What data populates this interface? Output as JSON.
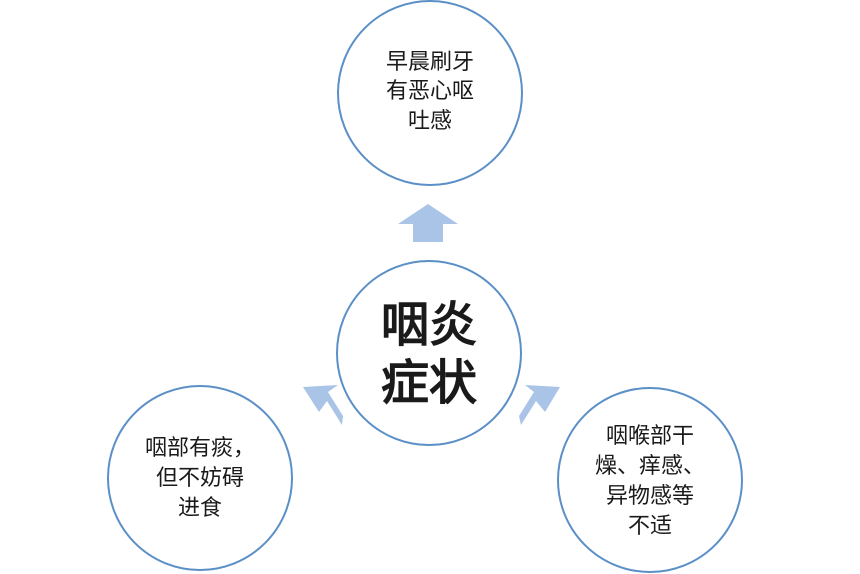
{
  "center": {
    "lines": [
      "咽炎",
      "症状"
    ]
  },
  "nodes": [
    {
      "id": "top",
      "lines": [
        "早晨刷牙",
        "有恶心呕",
        "吐感"
      ]
    },
    {
      "id": "left",
      "lines": [
        "咽部有痰，",
        "但不妨碍",
        "进食"
      ]
    },
    {
      "id": "right",
      "lines": [
        "咽喉部干",
        "燥、痒感、",
        "异物感等",
        "不适"
      ]
    }
  ],
  "colors": {
    "circle_stroke": "#5b8fc7",
    "arrow_fill": "#a9c4e6"
  }
}
